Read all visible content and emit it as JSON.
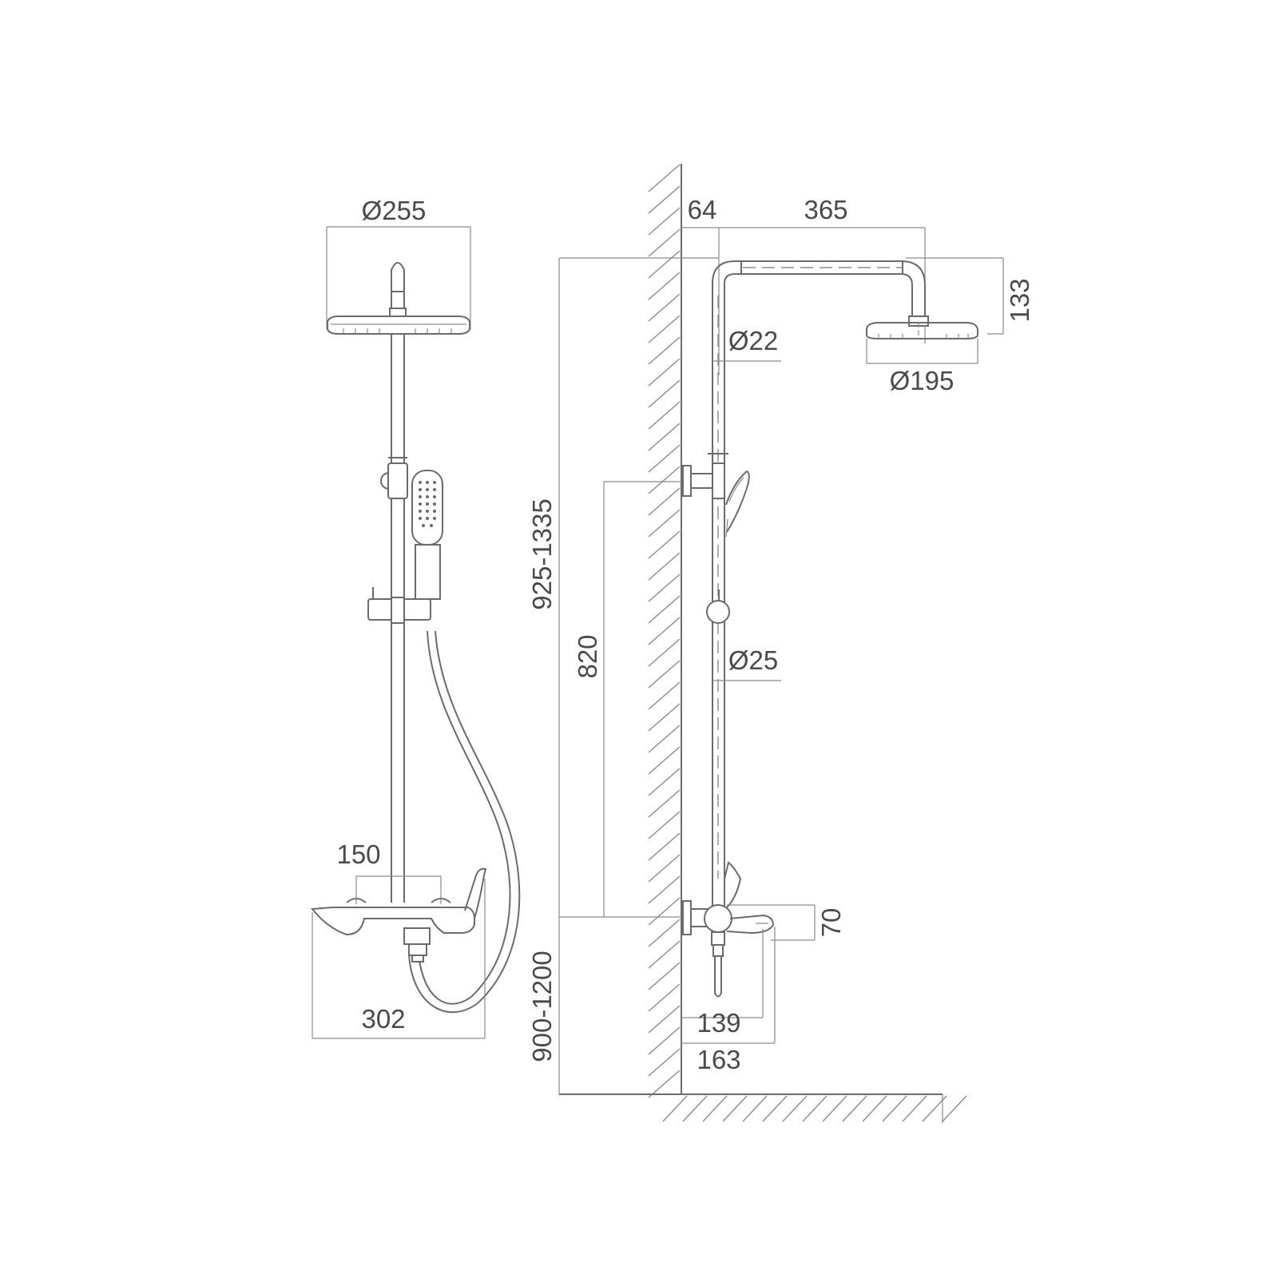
{
  "front_view": {
    "head_diameter": "Ø255",
    "mixer_spacing": "150",
    "mixer_width": "302"
  },
  "side_view": {
    "wall_offset": "64",
    "arm_reach": "365",
    "head_height": "133",
    "upper_pipe_diameter": "Ø22",
    "head_diameter": "Ø195",
    "total_height": "925-1335",
    "bracket_distance": "820",
    "lower_pipe_diameter": "Ø25",
    "mixer_height": "70",
    "spout_reach": "139",
    "mixer_depth": "163",
    "install_height": "900-1200"
  },
  "colors": {
    "line": "#6b6b6b",
    "text": "#4a4a4a"
  }
}
